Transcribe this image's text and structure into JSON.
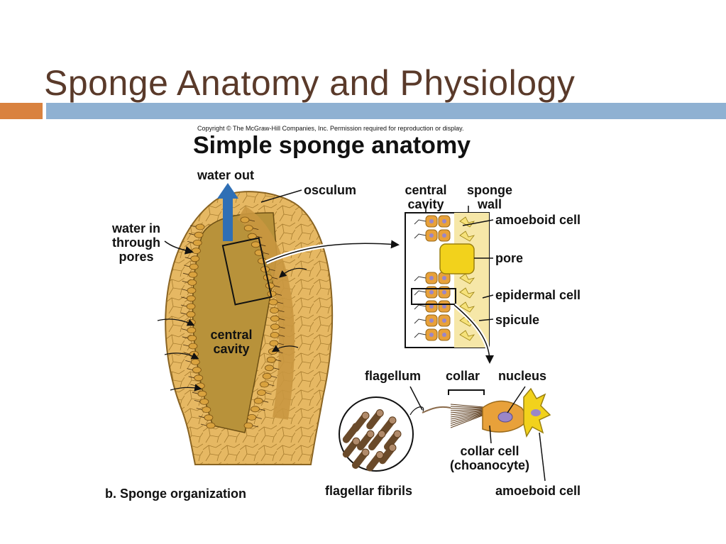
{
  "slide": {
    "title": "Sponge Anatomy and Physiology",
    "accent_color": "#d9823f",
    "bar_color": "#8fb1d2"
  },
  "figure": {
    "copyright": "Copyright © The McGraw-Hill Companies, Inc. Permission required for reproduction or display.",
    "title": "Simple sponge anatomy",
    "caption": "b. Sponge organization",
    "labels": {
      "water_out": "water out",
      "osculum": "osculum",
      "water_in_1": "water in",
      "water_in_2": "through",
      "water_in_3": "pores",
      "central_cavity_1": "central",
      "central_cavity_2": "cavity",
      "inset_central_1": "central",
      "inset_central_2": "cavity",
      "sponge_wall_1": "sponge",
      "sponge_wall_2": "wall",
      "amoeboid_cell_top": "amoeboid cell",
      "pore": "pore",
      "epidermal_cell": "epidermal cell",
      "spicule": "spicule",
      "flagellum": "flagellum",
      "collar": "collar",
      "nucleus": "nucleus",
      "collar_cell_1": "collar cell",
      "collar_cell_2": "(choanocyte)",
      "flagellar_fibrils": "flagellar fibrils",
      "amoeboid_cell_bottom": "amoeboid cell"
    },
    "colors": {
      "sponge_body": "#e0b35c",
      "cavity": "#b8923a",
      "water_arrow": "#2f6fb5",
      "pore_cell": "#f2d21c",
      "fibril": "#8a6a4a"
    }
  }
}
